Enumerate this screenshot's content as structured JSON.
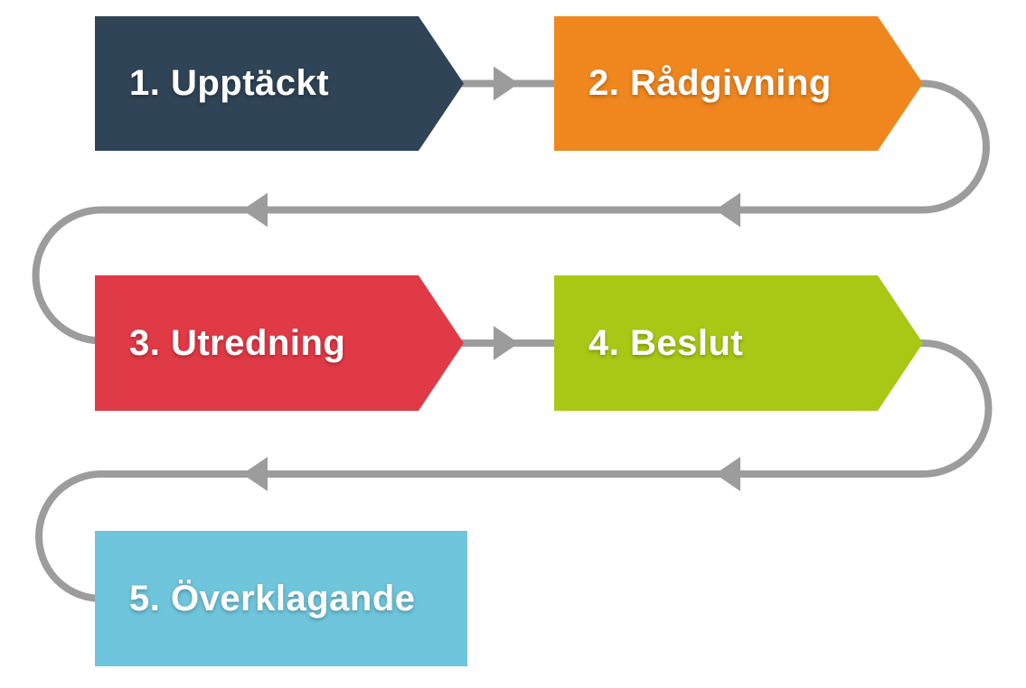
{
  "diagram": {
    "type": "process-flow",
    "language": "sv",
    "background_color": "#FFFFFF",
    "connector_color": "#9C9C9C",
    "text_color": "#FFFFFF",
    "steps": [
      {
        "label": "1. Upptäckt",
        "color": "#2F4456",
        "shape": "arrow-pentagon"
      },
      {
        "label": "2. Rådgivning",
        "color": "#F0871E",
        "shape": "arrow-pentagon"
      },
      {
        "label": "3. Utredning",
        "color": "#E03A46",
        "shape": "arrow-pentagon"
      },
      {
        "label": "4. Beslut",
        "color": "#A9C816",
        "shape": "arrow-pentagon"
      },
      {
        "label": "5. Överklagande",
        "color": "#6FC5DB",
        "shape": "rectangle"
      }
    ],
    "connections": [
      {
        "from": "1. Upptäckt",
        "to": "2. Rådgivning",
        "style": "straight-right-arrow"
      },
      {
        "from": "2. Rådgivning",
        "to": "3. Utredning",
        "style": "u-turn-return-left"
      },
      {
        "from": "3. Utredning",
        "to": "4. Beslut",
        "style": "straight-right-arrow"
      },
      {
        "from": "4. Beslut",
        "to": "5. Överklagande",
        "style": "u-turn-return-left"
      }
    ]
  }
}
